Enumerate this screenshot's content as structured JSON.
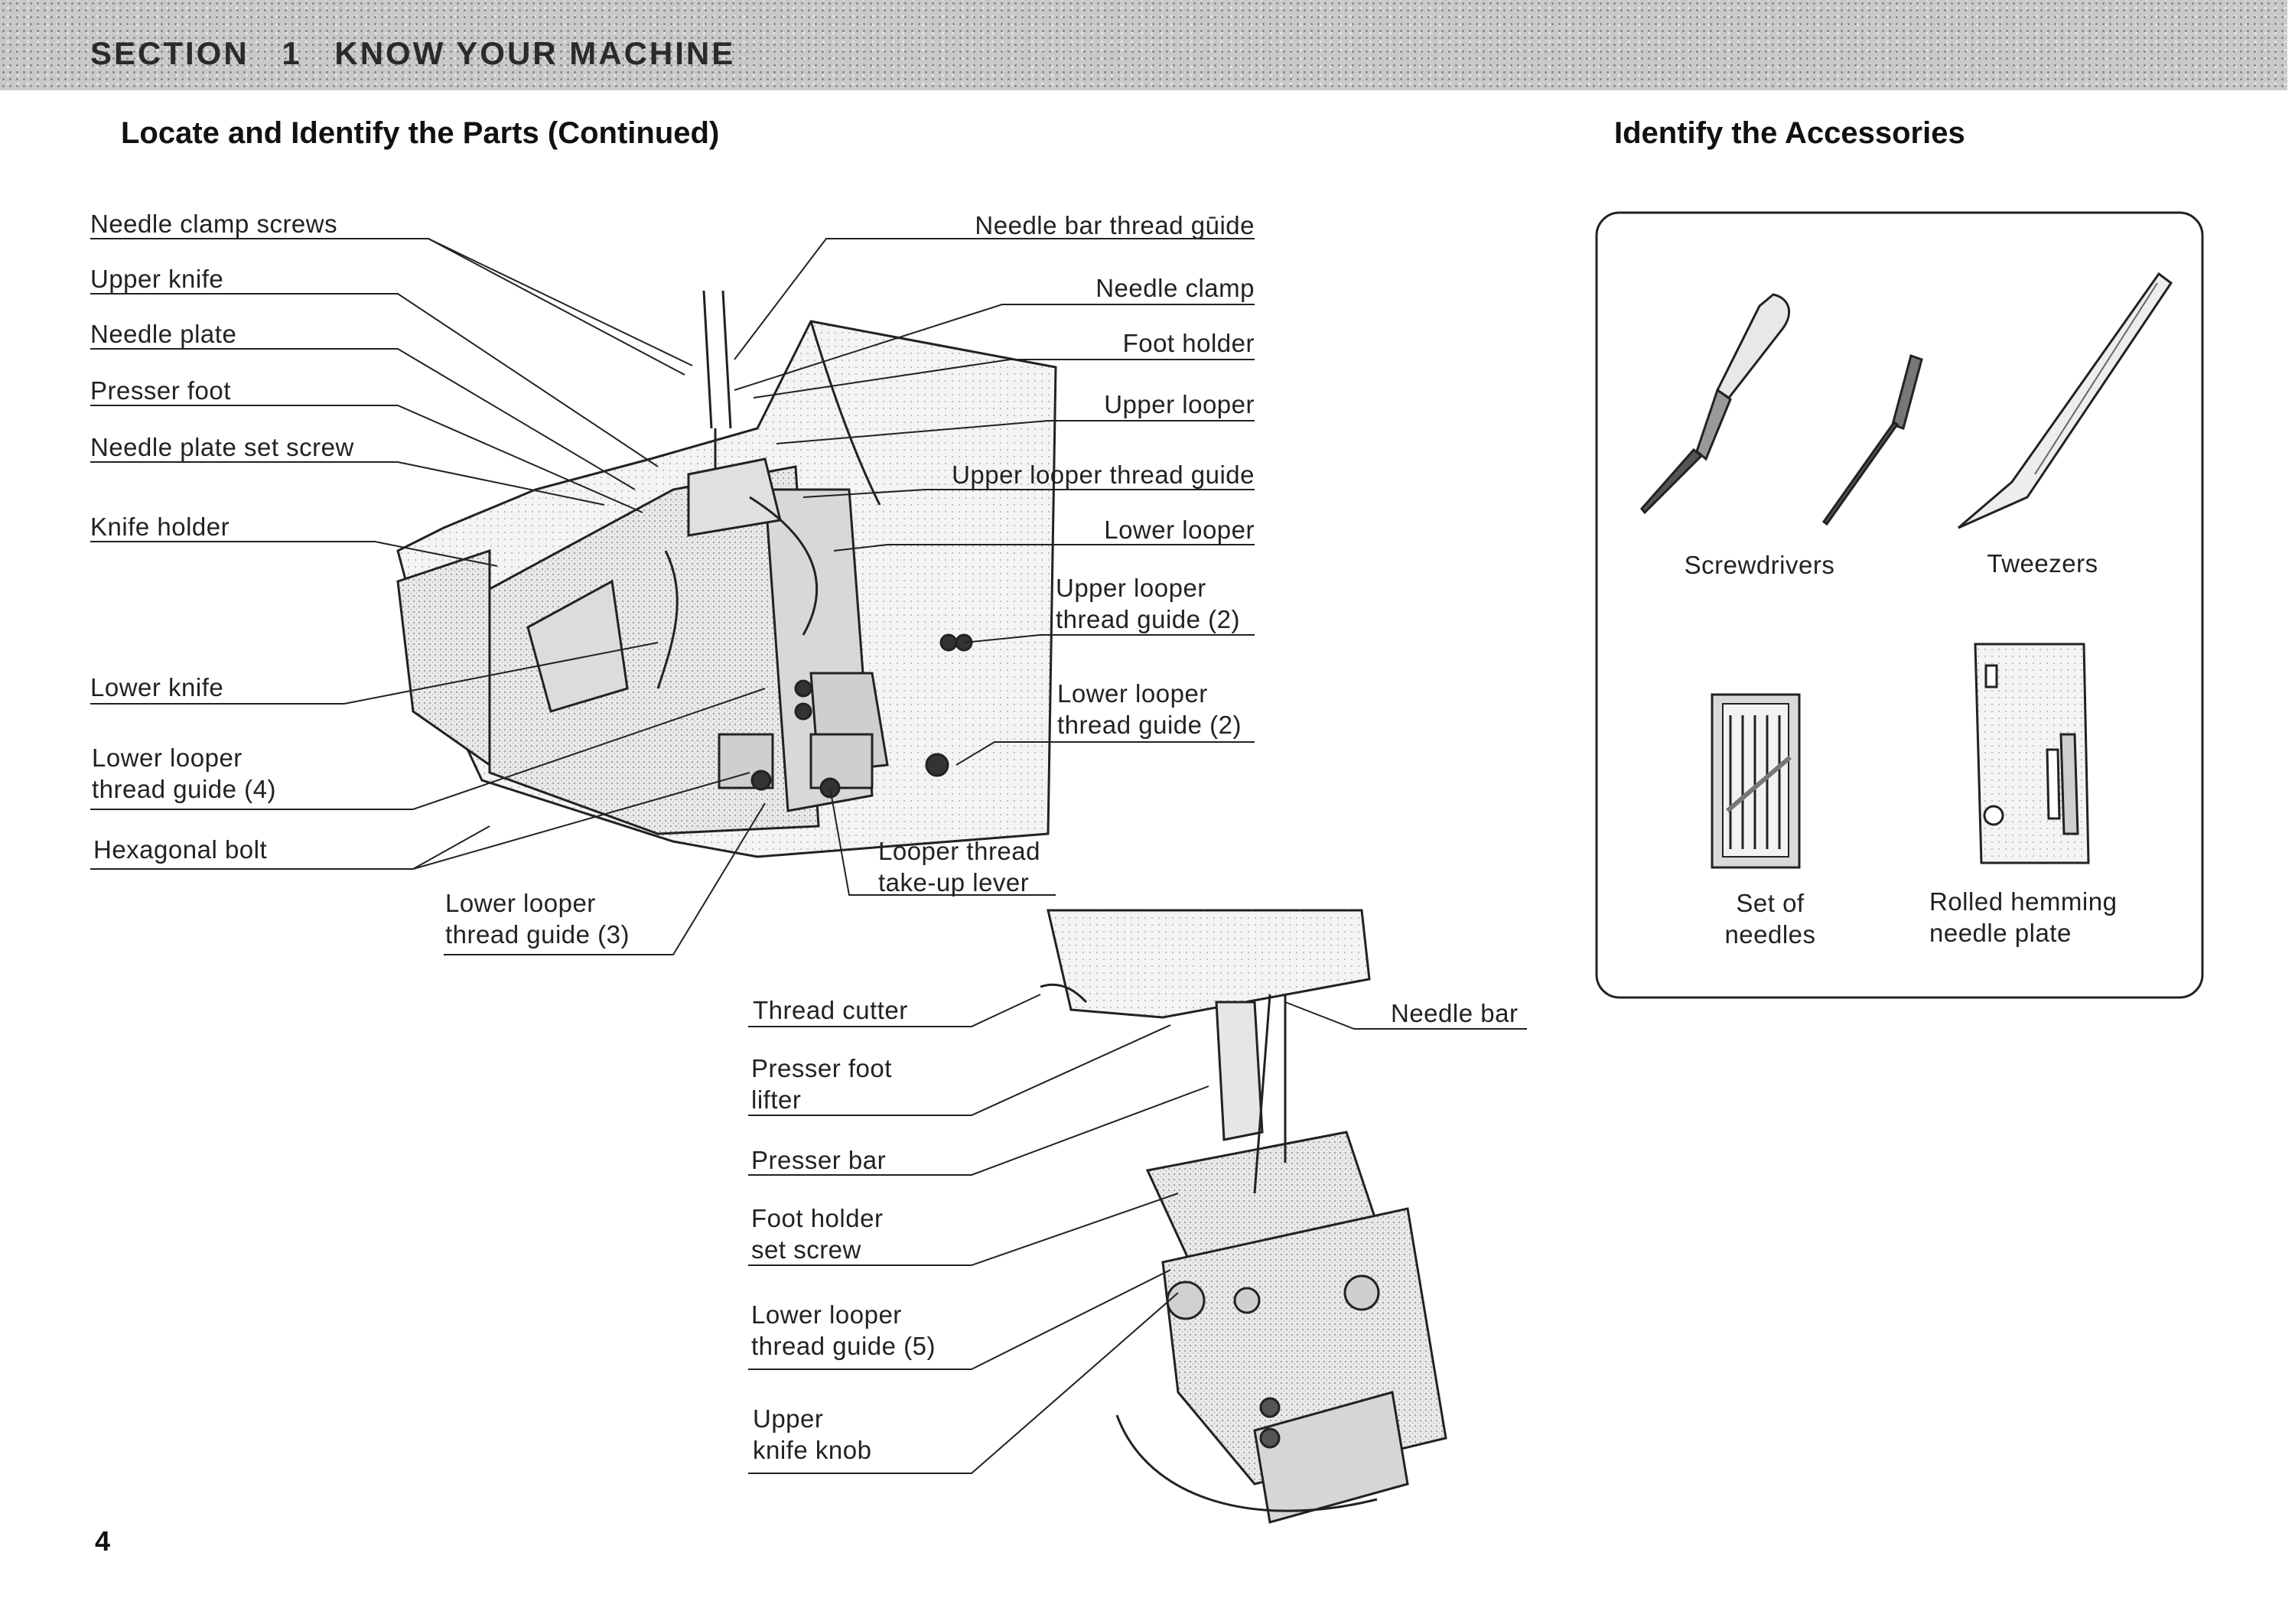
{
  "header": {
    "section": "SECTION",
    "number": "1",
    "title": "KNOW YOUR MACHINE"
  },
  "left_heading": "Locate and Identify the Parts (Continued)",
  "right_heading": "Identify the Accessories",
  "parts_labels": {
    "needle_clamp_screws": "Needle clamp screws",
    "upper_knife": "Upper knife",
    "needle_plate": "Needle plate",
    "presser_foot": "Presser foot",
    "needle_plate_set_screw": "Needle plate set screw",
    "knife_holder": "Knife holder",
    "lower_knife": "Lower knife",
    "lower_looper_thread_guide_4": [
      "Lower looper",
      "thread guide (4)"
    ],
    "hexagonal_bolt": "Hexagonal bolt",
    "lower_looper_thread_guide_3": [
      "Lower looper",
      "thread guide (3)"
    ],
    "needle_bar_thread_guide": "Needle bar thread gūide",
    "needle_clamp": "Needle clamp",
    "foot_holder": "Foot holder",
    "upper_looper": "Upper looper",
    "upper_looper_thread_guide": "Upper looper thread guide",
    "lower_looper": "Lower looper",
    "upper_looper_thread_guide_2": [
      "Upper looper",
      "thread guide (2)"
    ],
    "lower_looper_thread_guide_2": [
      "Lower looper",
      "thread guide (2)"
    ],
    "looper_thread_take_up_lever": [
      "Looper thread",
      "take-up lever"
    ],
    "thread_cutter": "Thread cutter",
    "presser_foot_lifter": [
      "Presser foot",
      "lifter"
    ],
    "presser_bar": "Presser bar",
    "foot_holder_set_screw": [
      "Foot holder",
      "set screw"
    ],
    "lower_looper_thread_guide_5": [
      "Lower looper",
      "thread guide (5)"
    ],
    "upper_knife_knob": [
      "Upper",
      "knife knob"
    ],
    "needle_bar": "Needle bar"
  },
  "accessories": {
    "screwdrivers": "Screwdrivers",
    "tweezers": "Tweezers",
    "set_of_needles": [
      "Set of",
      "needles"
    ],
    "rolled_hemming_needle_plate": [
      "Rolled hemming",
      "needle plate"
    ]
  },
  "page_number": "4"
}
